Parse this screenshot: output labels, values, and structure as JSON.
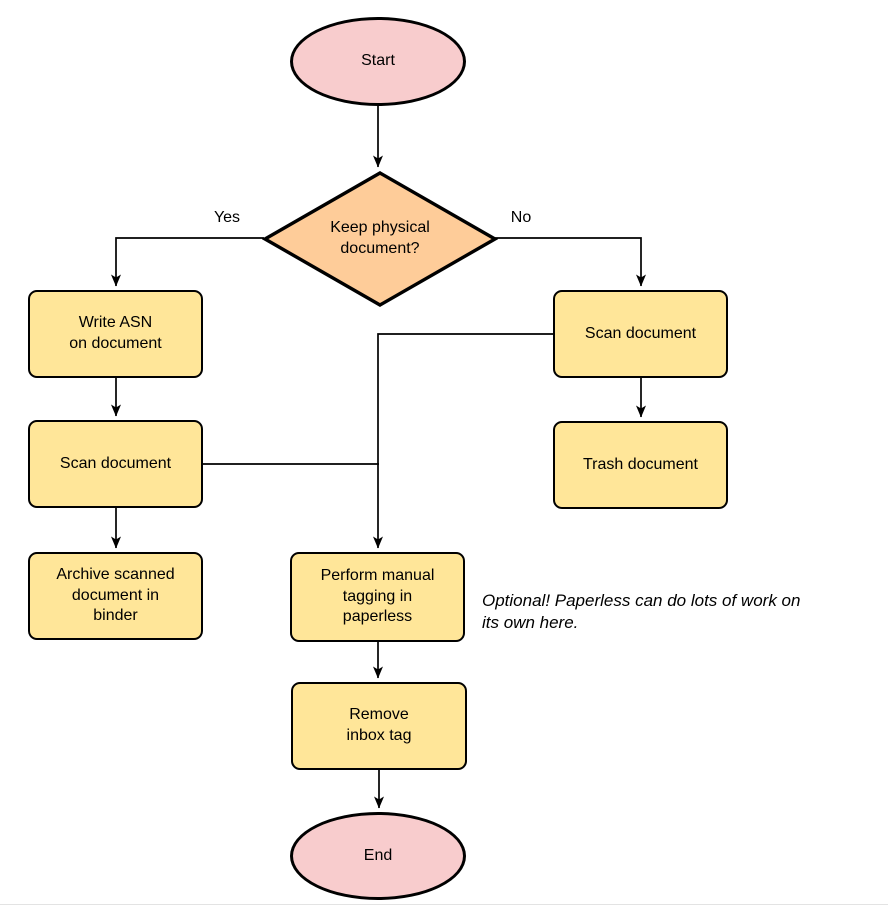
{
  "colors": {
    "background": "#ffffff",
    "stroke": "#000000",
    "terminal_fill": "#f8cccd",
    "decision_fill": "#fecc99",
    "process_fill": "#ffe699",
    "baseline_rule": "#e3e3e3"
  },
  "flowchart": {
    "nodes": {
      "start": "Start",
      "decision": "Keep physical\ndocument?",
      "write_asn": "Write ASN\non document",
      "scan_left": "Scan document",
      "archive": "Archive scanned\ndocument in\nbinder",
      "scan_right": "Scan document",
      "trash": "Trash document",
      "tagging": "Perform manual\ntagging in\npaperless",
      "remove_inbox": "Remove\ninbox tag",
      "end": "End"
    },
    "edge_labels": {
      "yes": "Yes",
      "no": "No"
    },
    "annotation": "Optional! Paperless can do lots of work on\nits own here."
  }
}
